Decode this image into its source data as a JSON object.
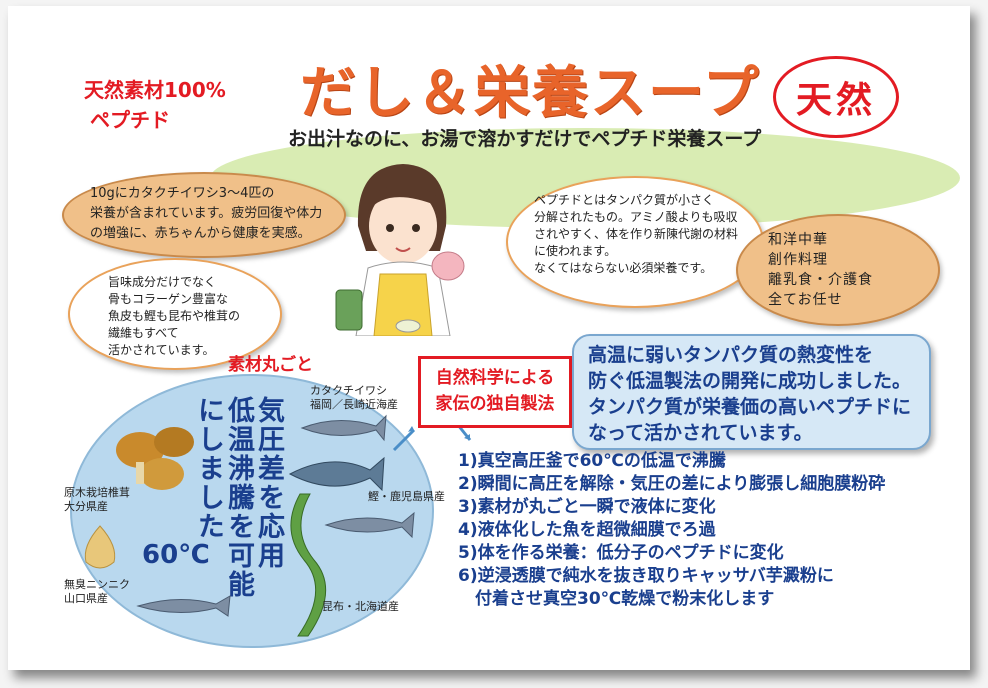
{
  "header": {
    "tag_line1": "天然素材100%",
    "tag_line2": "ペプチド",
    "title": "だし＆栄養スープ",
    "subtitle": "お出汁なのに、お湯で溶かすだけでペプチド栄養スープ",
    "seal_text": "天然"
  },
  "bubble_sardine": [
    "10gにカタクチイワシ3～4匹の",
    "栄養が含まれています。疲労回復や体力",
    "の増強に、赤ちゃんから健康を実感。"
  ],
  "bubble_umami": [
    "旨味成分だけでなく",
    "骨もコラーゲン豊富な",
    "魚皮も鰹も昆布や椎茸の",
    "繊維もすべて",
    "活かされています。"
  ],
  "bubble_peptide": [
    "ペプチドとはタンパク質が小さく",
    "分解されたもの。アミノ酸よりも吸収",
    "されやすく、体を作り新陳代謝の材料",
    "に使われます。",
    "なくてはならない必須栄養です。"
  ],
  "bubble_cuisine": [
    "和洋中華",
    "創作料理",
    "離乳食・介護食",
    "全てお任せ"
  ],
  "whole_ingredients_label": "素材丸ごと",
  "vertical_text": [
    "気圧差を応用",
    "低温沸騰を可能",
    "にしました"
  ],
  "temperature": "60℃",
  "ingredients": {
    "sardine": [
      "カタクチイワシ",
      "福岡／長崎近海産"
    ],
    "bonito": [
      "鰹・鹿児島県産"
    ],
    "shiitake": [
      "原木栽培椎茸",
      "大分県産"
    ],
    "garlic": [
      "無臭ニンニク",
      "山口県産"
    ],
    "kelp": [
      "昆布・北海道産"
    ]
  },
  "method_box": [
    "自然科学による",
    "家伝の独自製法"
  ],
  "protein_box": [
    "高温に弱いタンパク質の熱変性を",
    "防ぐ低温製法の開発に成功しました。",
    "タンパク質が栄養価の高いペプチドに",
    "なって活かされています。"
  ],
  "steps": [
    "1)真空高圧釜で60℃の低温で沸騰",
    "2)瞬間に高圧を解除・気圧の差により膨張し細胞膜粉砕",
    "3)素材が丸ごと一瞬で液体に変化",
    "4)液体化した魚を超微細膜でろ過",
    "5)体を作る栄養：低分子のペプチドに変化",
    "6)逆浸透膜で純水を抜き取りキャッサバ芋澱粉に",
    "　付着させ真空30℃乾燥で粉末化します"
  ],
  "colors": {
    "title": "#e8642a",
    "accent_red": "#e31b23",
    "navy": "#1a3f8e",
    "green_band": "#d9ecb3",
    "blue_oval": "#b9d8ee"
  }
}
